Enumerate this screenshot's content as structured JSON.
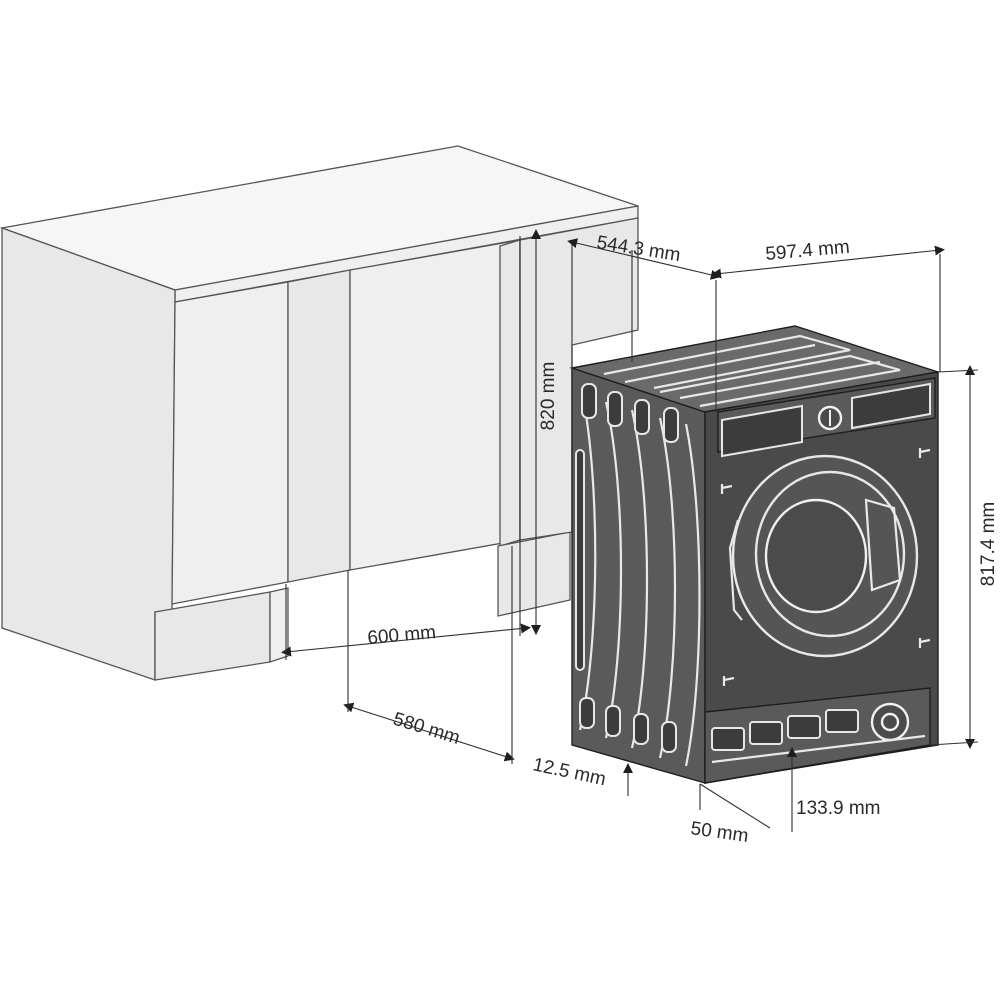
{
  "labels": {
    "cabinet_height": "820 mm",
    "machine_depth": "544.3 mm",
    "machine_width": "597.4 mm",
    "machine_height": "817.4 mm",
    "cabinet_width": "600 mm",
    "cabinet_depth": "580 mm",
    "offset": "12.5 mm",
    "plinth_height": "133.9 mm",
    "plinth_depth": "50 mm"
  }
}
